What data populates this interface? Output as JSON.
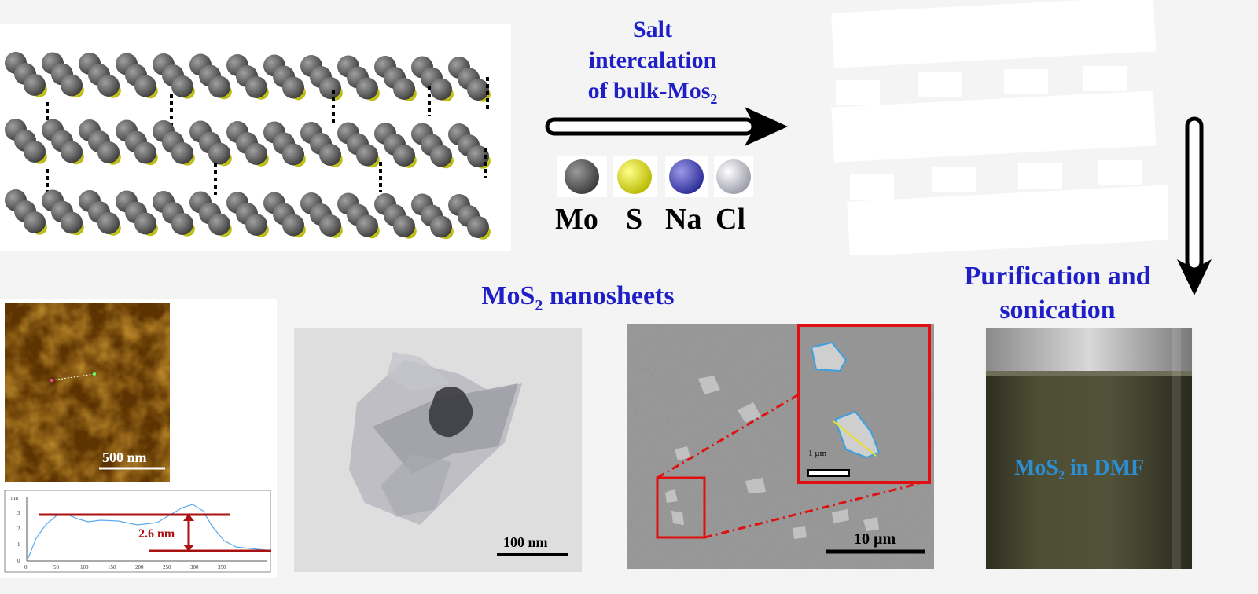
{
  "step1_label": {
    "line1": "Salt",
    "line2": "intercalation",
    "line3_prefix": "of bulk-Mos",
    "line3_sub": "2"
  },
  "legend": {
    "mo": "Mo",
    "s": "S",
    "na": "Na",
    "cl": "Cl"
  },
  "step2_label": {
    "line1": "Purification and",
    "line2": "sonication"
  },
  "nanosheets_title": {
    "prefix": "MoS",
    "sub": "2",
    "suffix": " nanosheets"
  },
  "afm": {
    "scale": "500 nm",
    "height_label": "2.6 nm",
    "y_ticks": [
      "nm",
      "3",
      "2",
      "1",
      "0"
    ],
    "x_ticks": [
      "0",
      "50",
      "100",
      "150",
      "200",
      "250",
      "300",
      "350"
    ]
  },
  "tem": {
    "scale": "100 nm"
  },
  "sem": {
    "scale": "10 µm",
    "inset_scale": "1 µm"
  },
  "vial": {
    "prefix": "MoS",
    "sub": "2",
    "suffix": " in DMF"
  },
  "colors": {
    "mo": "#5a5a5a",
    "s": "#e0e020",
    "na": "#4848b8",
    "cl": "#c8c8d8",
    "title_blue": "#1f1fc8",
    "vial_blue": "#2b8fd6",
    "red": "#aa1111"
  }
}
